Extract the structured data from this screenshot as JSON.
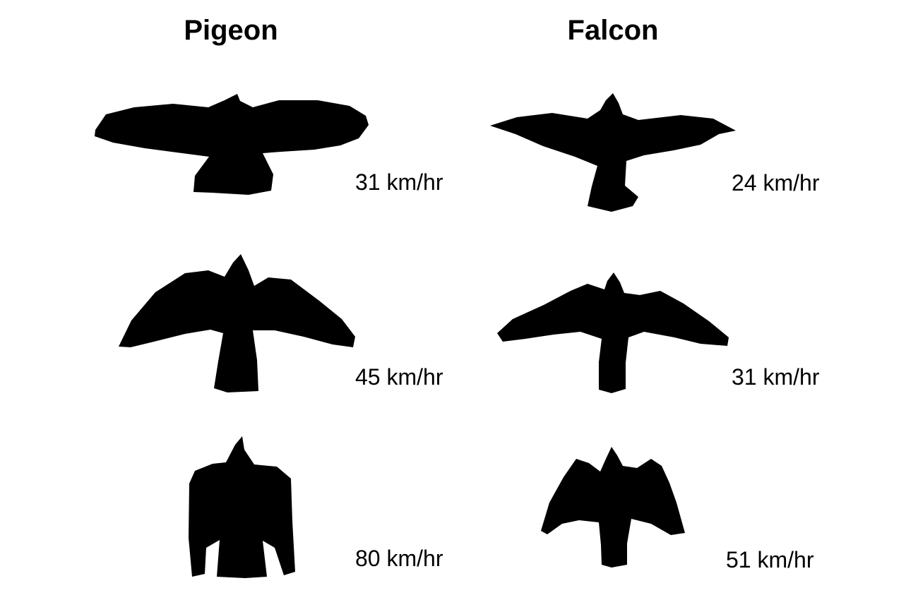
{
  "columns": {
    "pigeon": {
      "title": "Pigeon",
      "rows": [
        {
          "pose": "wings-fully-extended",
          "speed": "31 km/hr"
        },
        {
          "pose": "wings-partially-folded",
          "speed": "45 km/hr"
        },
        {
          "pose": "wings-folded",
          "speed": "80 km/hr"
        }
      ]
    },
    "falcon": {
      "title": "Falcon",
      "rows": [
        {
          "pose": "wings-fully-extended",
          "speed": "24 km/hr"
        },
        {
          "pose": "wings-partially-folded",
          "speed": "31 km/hr"
        },
        {
          "pose": "wings-folded",
          "speed": "51 km/hr"
        }
      ]
    }
  },
  "colors": {
    "silhouette": "#000000",
    "text": "#000000",
    "background": "#ffffff"
  }
}
